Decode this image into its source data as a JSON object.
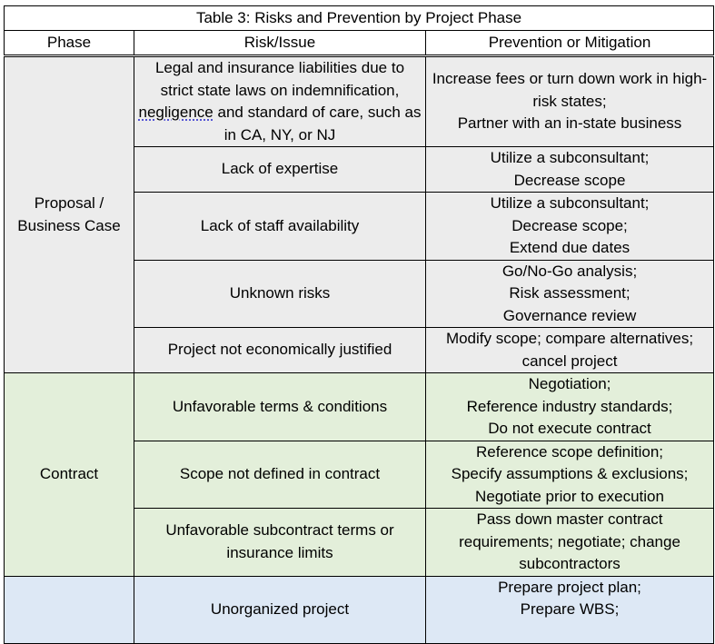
{
  "table": {
    "title": "Table 3: Risks and Prevention by Project Phase",
    "headers": [
      "Phase",
      "Risk/Issue",
      "Prevention or Mitigation"
    ],
    "colors": {
      "proposal": "#ececec",
      "contract": "#e3efda",
      "planning": "#dde8f5"
    },
    "groups": [
      {
        "phase": "Proposal / Business Case",
        "rows": [
          {
            "risk_a": "Legal and insurance liabilities due to strict state laws on indemnification,",
            "risk_spell": "negligence",
            "risk_b": " and standard of care, such as in CA, NY, or NJ",
            "prevention": [
              "Increase fees or turn down work in high-risk states;",
              "Partner with an in-state business"
            ]
          },
          {
            "risk": "Lack of expertise",
            "prevention": [
              "Utilize a subconsultant;",
              "Decrease scope"
            ]
          },
          {
            "risk": "Lack of staff availability",
            "prevention": [
              "Utilize a subconsultant;",
              "Decrease scope;",
              "Extend due dates"
            ]
          },
          {
            "risk": "Unknown risks",
            "prevention": [
              "Go/No-Go analysis;",
              "Risk assessment;",
              "Governance review"
            ]
          },
          {
            "risk": "Project not economically justified",
            "prevention": [
              "Modify scope; compare alternatives; cancel project"
            ]
          }
        ]
      },
      {
        "phase": "Contract",
        "rows": [
          {
            "risk": "Unfavorable terms & conditions",
            "prevention": [
              "Negotiation;",
              "Reference industry standards;",
              "Do not execute contract"
            ]
          },
          {
            "risk": "Scope not defined in contract",
            "prevention": [
              "Reference scope definition;",
              "Specify assumptions & exclusions;",
              "Negotiate prior to execution"
            ]
          },
          {
            "risk": "Unfavorable subcontract terms or insurance limits",
            "prevention": [
              "Pass down master contract requirements; negotiate; change subcontractors"
            ]
          }
        ]
      },
      {
        "phase": "",
        "rows": [
          {
            "risk": "Unorganized project",
            "prevention": [
              "Prepare project plan;",
              "Prepare WBS;"
            ]
          }
        ]
      }
    ]
  }
}
